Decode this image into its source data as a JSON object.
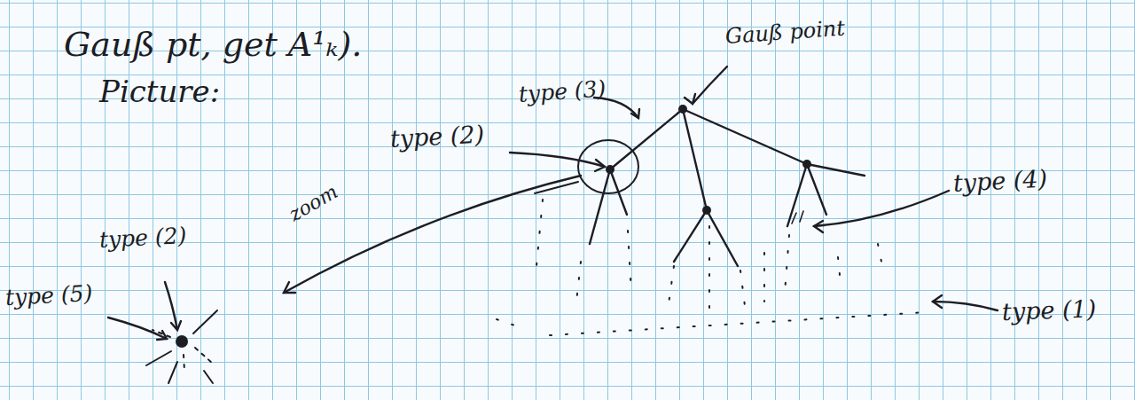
{
  "diagram": {
    "labels": [
      "Gauß pt, get A¹ₖ).",
      "Picture:",
      "Gauß point",
      "type (3)",
      "type (2)",
      "type (4)",
      "zoom",
      "type (2)",
      "type (5)",
      "type (1)"
    ]
  }
}
